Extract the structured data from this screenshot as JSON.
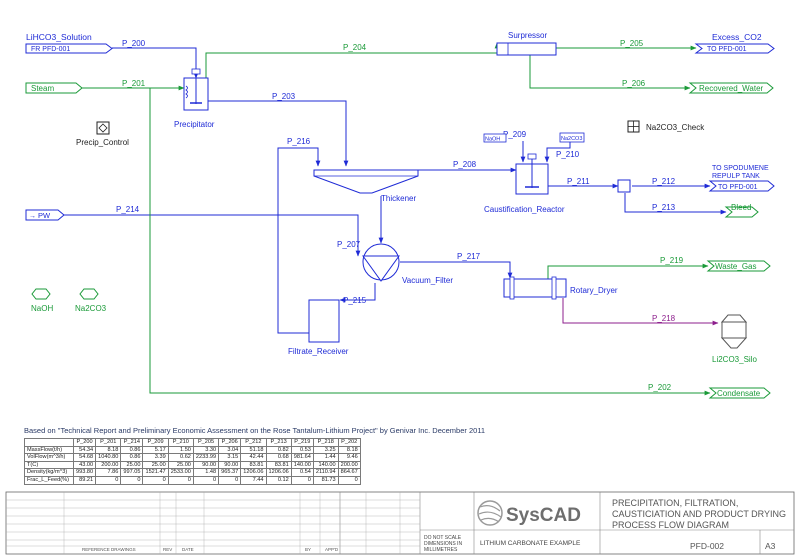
{
  "streams": {
    "p200": "P_200",
    "p201": "P_201",
    "p203": "P_203",
    "p204": "P_204",
    "p205": "P_205",
    "p206": "P_206",
    "p207": "P_207",
    "p208": "P_208",
    "p209": "P_209",
    "p210": "P_210",
    "p211": "P_211",
    "p212": "P_212",
    "p213": "P_213",
    "p214": "P_214",
    "p215": "P_215",
    "p216": "P_216",
    "p217": "P_217",
    "p218": "P_218",
    "p219": "P_219",
    "p202": "P_202"
  },
  "feeds": {
    "li_label": "LiHCO3_Solution",
    "li_tag": "FR PFD-001",
    "steam": "Steam",
    "pw": "PW",
    "naoh": "NaOH",
    "na2co3": "Na2CO3",
    "naoh_small": "NaOH",
    "na2co3_small": "Na2CO3"
  },
  "products": {
    "excess_label": "Excess_CO2",
    "excess_tag": "TO PFD-001",
    "recovered_water": "Recovered_Water",
    "spod_line1": "TO SPODUMENE",
    "spod_line2": "REPULP TANK",
    "spod_tag": "TO PFD-001",
    "bleed": "Bleed",
    "waste_gas": "Waste_Gas",
    "condensate": "Condensate"
  },
  "units": {
    "precipitator": "Precipitator",
    "precip_control": "Precip_Control",
    "suppressor": "Surpressor",
    "thickener": "Thickener",
    "caust_reactor": "Caustification_Reactor",
    "vacuum_filter": "Vacuum_Filter",
    "filtrate_receiver": "Filtrate_Receiver",
    "rotary_dryer": "Rotary_Dryer",
    "li2co3_silo": "Li2CO3_Silo",
    "na2co3_check": "Na2CO3_Check"
  },
  "table": {
    "caption": "Based on \"Technical Report and Preliminary Economic Assessment on the Rose Tantalum-Lithium Project\" by Genivar Inc. December 2011",
    "headers": [
      "P_200",
      "P_201",
      "P_214",
      "P_209",
      "P_210",
      "P_205",
      "P_206",
      "P_212",
      "P_213",
      "P_219",
      "P_218",
      "P_202"
    ],
    "rows": [
      {
        "label": "MassFlow(t/h)",
        "values": [
          "54.34",
          "8.18",
          "0.86",
          "5.17",
          "1.50",
          "3.30",
          "3.04",
          "51.18",
          "0.82",
          "0.53",
          "3.25",
          "8.18"
        ]
      },
      {
        "label": "VolFlow(m^3/h)",
        "values": [
          "54.68",
          "1040.80",
          "0.86",
          "3.39",
          "0.62",
          "2233.99",
          "3.15",
          "42.44",
          "0.68",
          "981.64",
          "1.44",
          "9.46"
        ]
      },
      {
        "label": "T(C)",
        "values": [
          "43.00",
          "200.00",
          "25.00",
          "25.00",
          "25.00",
          "90.00",
          "90.00",
          "83.81",
          "83.81",
          "140.00",
          "140.00",
          "200.00"
        ]
      },
      {
        "label": "Density(kg/m^3)",
        "values": [
          "993.80",
          "7.86",
          "997.05",
          "1521.47",
          "2533.00",
          "1.48",
          "965.37",
          "1206.06",
          "1206.06",
          "0.54",
          "2110.94",
          "864.67"
        ]
      },
      {
        "label": "Frac_L_Feed(%)",
        "values": [
          "89.21",
          "0",
          "0",
          "0",
          "0",
          "0",
          "0",
          "7.44",
          "0.12",
          "0",
          "81.73",
          "0"
        ]
      }
    ]
  },
  "title_block": {
    "logo": "SysCAD",
    "title_lines": [
      "PRECIPITATION, FILTRATION,",
      "CAUSTICIATION AND PRODUCT DRYING",
      "PROCESS FLOW DIAGRAM"
    ],
    "project": "LITHIUM CARBONATE EXAMPLE",
    "drawing_number": "PFD-002",
    "size": "A3",
    "no_scale_1": "DO NOT SCALE",
    "no_scale_2": "DIMENSIONS IN",
    "no_scale_3": "MILLIMETRES",
    "rev_header": "REFERENCE DRAWINGS",
    "rev_cols": [
      "REV",
      "DATE",
      "BY",
      "APP'D"
    ]
  },
  "colors": {
    "blue": "#1f2bd6",
    "green": "#1a9a38",
    "purple": "#8d1f8d"
  }
}
